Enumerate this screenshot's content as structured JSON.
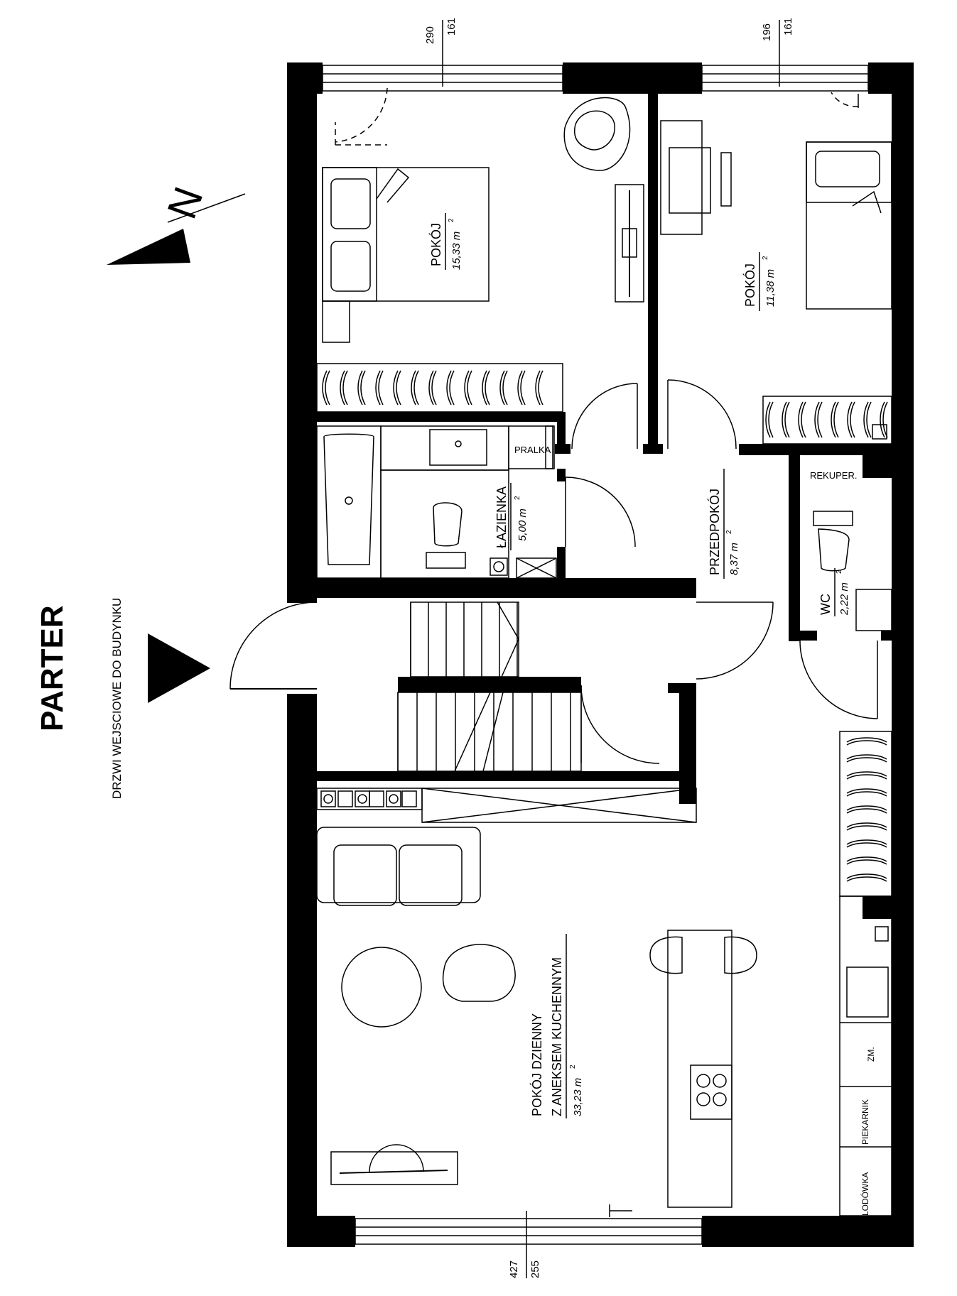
{
  "plan": {
    "title": "PARTER",
    "entrance": "DRZWI WEJSCIOWE DO BUDYNKU",
    "north": "N",
    "area_unit": "2"
  },
  "rooms": {
    "bedroom1": {
      "name": "POKÓJ",
      "area": "15,33 m"
    },
    "bedroom2": {
      "name": "POKÓJ",
      "area": "11,38 m"
    },
    "bathroom": {
      "name": "ŁAZIENKA",
      "area": "5,00 m"
    },
    "hall": {
      "name": "PRZEDPOKÓJ",
      "area": "8,37 m"
    },
    "wc": {
      "name": "WC",
      "area": "2,22 m"
    },
    "living": {
      "name_line1": "POKÓJ DZIENNY",
      "name_line2": "Z ANEKSEM KUCHENNYM",
      "area": "33,23 m"
    }
  },
  "fixtures": {
    "washer": "PRALKA",
    "recuperator": "REKUPER.",
    "dishwasher": "ZM.",
    "oven": "PIEKARNIK",
    "fridge": "LODÓWKA"
  },
  "dimensions": {
    "window_top_left": [
      "290",
      "161"
    ],
    "window_top_right": [
      "196",
      "161"
    ],
    "window_bottom": [
      "427",
      "255"
    ]
  },
  "colors": {
    "ink": "#000000",
    "paper": "#ffffff"
  }
}
